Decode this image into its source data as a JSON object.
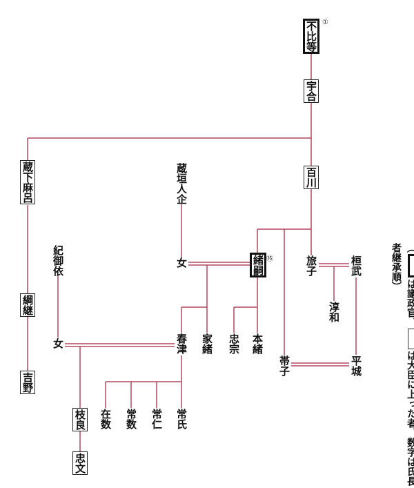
{
  "colors": {
    "line": "#b0485f",
    "text": "#111111"
  },
  "nodes": {
    "fuhito": "不比等",
    "umakai": "宇合",
    "kurajimaro": "蔵下麻呂",
    "tsunatsugu": "綱継",
    "yoshino": "吉野",
    "momokawa": "百川",
    "kurakaki": "蔵垣人企",
    "onna1": "女",
    "otsugu": "緒嗣",
    "tabiko": "旅子",
    "kanmu": "桓武",
    "junna": "淳和",
    "motoo": "本緒",
    "tadamune": "忠宗",
    "ieo": "家緒",
    "harutsu": "春津",
    "kino": "紀御依",
    "onna2": "女",
    "obiko": "帯子",
    "heizei": "平城",
    "edayoshi": "枝良",
    "tadafumi": "忠文",
    "arikazu": "在数",
    "tsunekazu": "常数",
    "tsunehito": "常仁",
    "tsuneuji": "常氏"
  },
  "ranks": {
    "fuhito": "①",
    "otsugu": "⑯"
  },
  "legend": {
    "open": "（",
    "text1": "は議政官、",
    "text2": "は大臣に上った者、数字は氏長者継承順",
    "close": "）"
  }
}
